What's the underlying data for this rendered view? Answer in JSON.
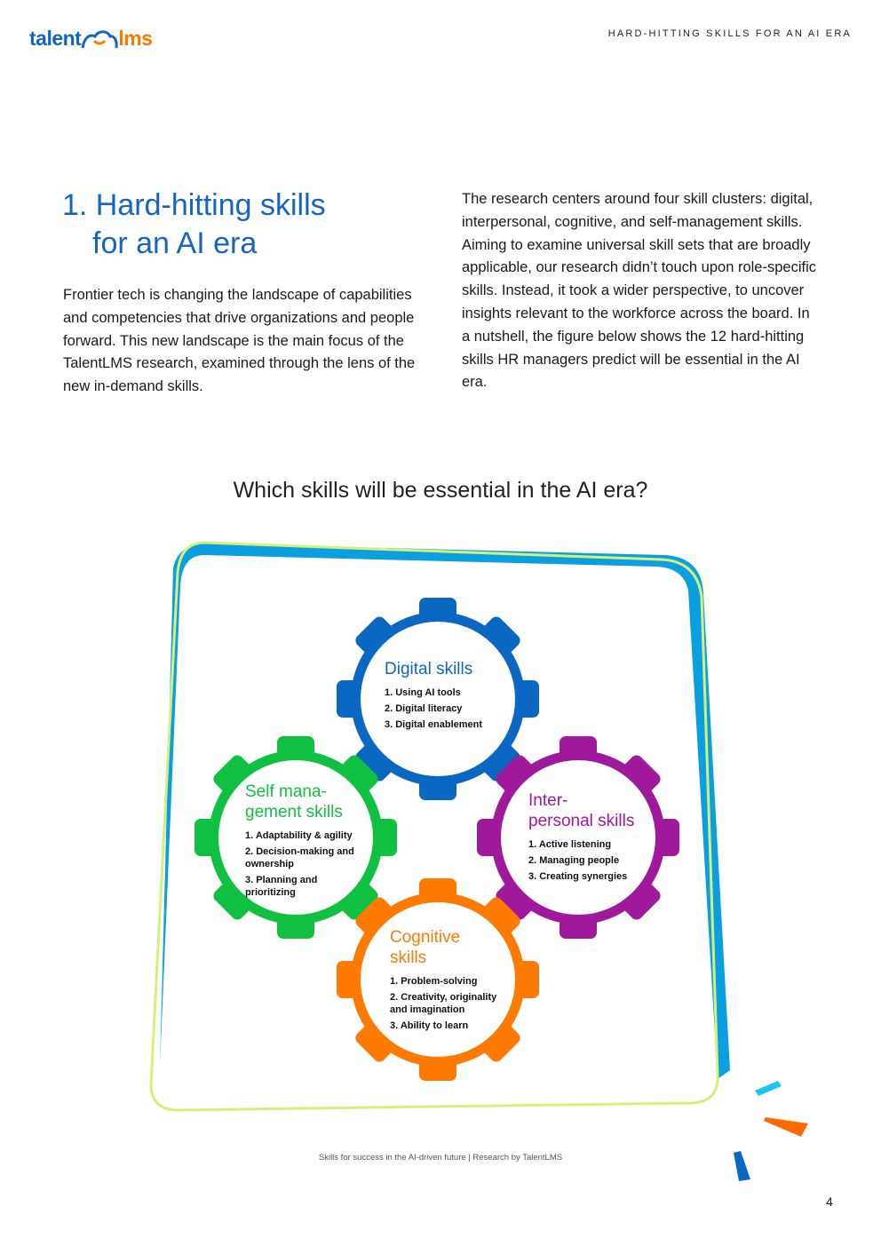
{
  "header": {
    "logo_text": "talentlms",
    "logo_left": "talent",
    "logo_right": "lms",
    "running_title": "HARD-HITTING SKILLS FOR AN AI ERA"
  },
  "section": {
    "title_line1": "1. Hard-hitting skills",
    "title_line2": "for an AI era",
    "paragraph1": "Frontier tech is changing the landscape of capabilities and competencies that drive organizations and people forward. This new landscape is the main focus of the TalentLMS research, examined through the lens of the new in-demand skills.",
    "paragraph2": "The research centers around four skill clusters: digital, interpersonal, cognitive, and self-management skills. Aiming to examine universal skill sets that are broadly applicable, our research didn’t touch upon role-specific skills. Instead, it took a wider perspective, to uncover insights relevant to the workforce across the board. In a nutshell, the figure below shows the 12 hard-hitting skills HR managers predict will be essential in the AI era."
  },
  "figure": {
    "title": "Which skills will be essential in the AI era?",
    "clusters": [
      {
        "name": "Digital skills",
        "color": "#0a67c2",
        "items": [
          "1. Using AI tools",
          "2. Digital literacy",
          "3. Digital enablement"
        ]
      },
      {
        "name": "Self management skills",
        "name_l1": "Self mana-",
        "name_l2": "gement skills",
        "color": "#10c040",
        "items": [
          "1. Adaptability & agility",
          "2. Decision-making and ownership",
          "3. Planning and prioritizing"
        ]
      },
      {
        "name": "Interpersonal skills",
        "name_l1": "Inter-",
        "name_l2": "personal skills",
        "color": "#a0189c",
        "items": [
          "1. Active listening",
          "2. Managing people",
          "3. Creating synergies"
        ]
      },
      {
        "name": "Cognitive skills",
        "name_l1": "Cognitive",
        "name_l2": "skills",
        "color": "#ff7a00",
        "items": [
          "1. Problem-solving",
          "2. Creativity, originality and imagination",
          "3. Ability to learn"
        ]
      }
    ]
  },
  "footer": {
    "text": "Skills for success in the AI-driven future  |  Research by TalentLMS",
    "page_number": "4"
  }
}
